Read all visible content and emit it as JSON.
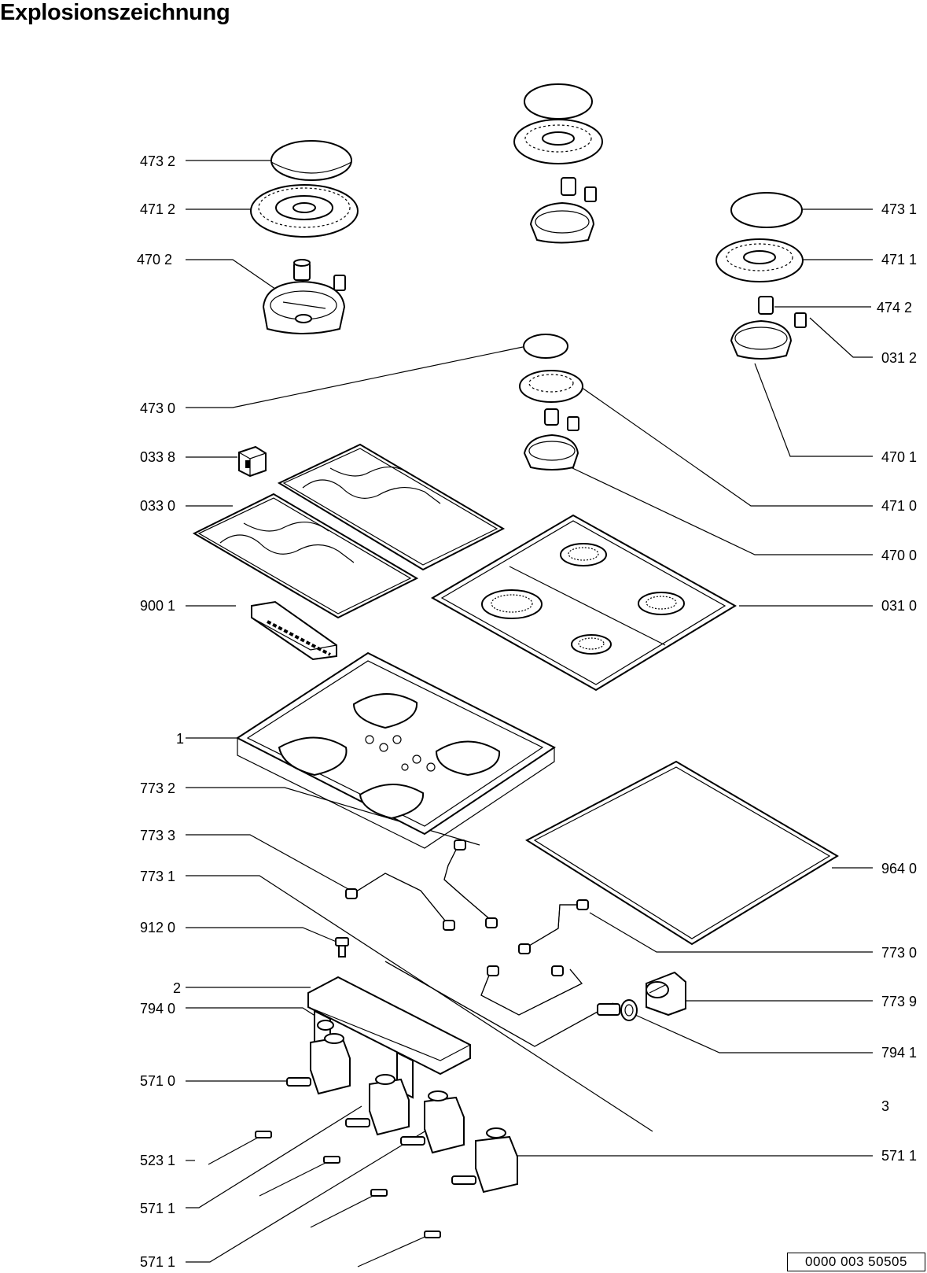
{
  "title": "Explosionszeichnung",
  "doc_number": "0000 003 50505",
  "labels": [
    {
      "id": "l_473_2",
      "text": "473 2"
    },
    {
      "id": "l_471_2",
      "text": "471 2"
    },
    {
      "id": "l_470_2",
      "text": "470  2"
    },
    {
      "id": "l_473_0",
      "text": "473 0"
    },
    {
      "id": "l_033_8",
      "text": "033 8"
    },
    {
      "id": "l_033_0",
      "text": "033 0"
    },
    {
      "id": "l_900_1",
      "text": "900 1"
    },
    {
      "id": "l_1",
      "text": "1"
    },
    {
      "id": "l_773_2",
      "text": "773 2"
    },
    {
      "id": "l_773_3",
      "text": "773 3"
    },
    {
      "id": "l_773_1",
      "text": "773 1"
    },
    {
      "id": "l_912_0",
      "text": "912 0"
    },
    {
      "id": "l_2",
      "text": "2"
    },
    {
      "id": "l_794_0",
      "text": "794 0"
    },
    {
      "id": "l_571_0",
      "text": "571 0"
    },
    {
      "id": "l_523_1",
      "text": "523 1"
    },
    {
      "id": "l_571_1a",
      "text": "571 1"
    },
    {
      "id": "l_571_1b",
      "text": "571 1"
    },
    {
      "id": "l_473_1",
      "text": "473 1"
    },
    {
      "id": "l_471_1",
      "text": "471 1"
    },
    {
      "id": "l_474_2",
      "text": "474 2"
    },
    {
      "id": "l_031_2",
      "text": "031 2"
    },
    {
      "id": "l_470_1",
      "text": "470 1"
    },
    {
      "id": "l_471_0",
      "text": "471 0"
    },
    {
      "id": "l_470_0",
      "text": "470 0"
    },
    {
      "id": "l_031_0",
      "text": "031 0"
    },
    {
      "id": "l_964_0",
      "text": "964 0"
    },
    {
      "id": "l_773_0",
      "text": "773 0"
    },
    {
      "id": "l_773_9",
      "text": "773 9"
    },
    {
      "id": "l_794_1",
      "text": "794 1"
    },
    {
      "id": "l_3",
      "text": "3"
    },
    {
      "id": "l_571_1c",
      "text": "571 1"
    }
  ]
}
